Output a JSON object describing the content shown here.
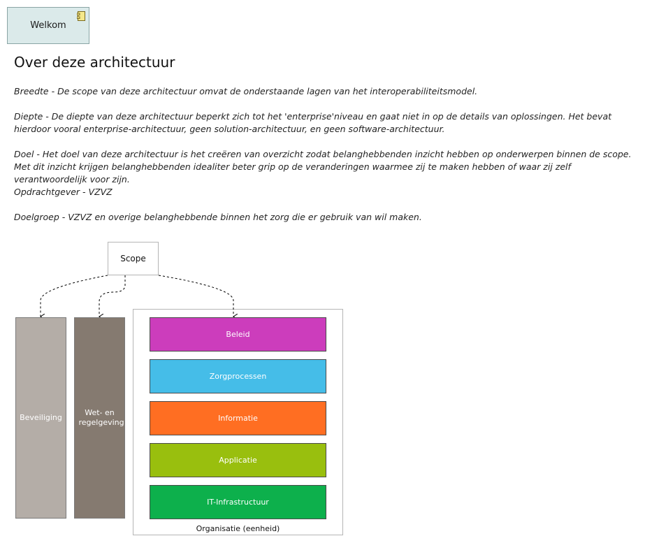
{
  "welkom": {
    "label": "Welkom",
    "icon": "component-icon"
  },
  "page": {
    "title": "Over deze architectuur"
  },
  "paragraphs": {
    "breedte": "Breedte - De scope van deze architectuur omvat de onderstaande lagen van het interoperabiliteitsmodel.",
    "diepte": "Diepte - De diepte van deze architectuur beperkt zich tot het 'enterprise'niveau en gaat niet in op de details van oplossingen. Het bevat hierdoor vooral enterprise-architectuur, geen solution-architectuur, en geen software-architectuur.",
    "doel": "Doel - Het doel van deze architectuur is het creëren van overzicht zodat belanghebbenden inzicht hebben op onderwerpen binnen de scope. Met dit inzicht krijgen belanghebbenden idealiter beter grip op de veranderingen waarmee zij te maken hebben of waar zij zelf verantwoordelijk voor zijn.",
    "opdrachtgever": "Opdrachtgever - VZVZ",
    "doelgroep": "Doelgroep - VZVZ en overige belanghebbende binnen het zorg die er gebruik van wil maken."
  },
  "diagram": {
    "scope": "Scope",
    "beveiliging": "Beveiliging",
    "wet_regelgeving": "Wet- en regelgeving",
    "organisatie": "Organisatie (eenheid)",
    "layers": {
      "beleid": "Beleid",
      "zorgprocessen": "Zorgprocessen",
      "informatie": "Informatie",
      "applicatie": "Applicatie",
      "infrastructuur": "IT-Infrastructuur"
    },
    "colors": {
      "beleid": "#cc3dbc",
      "zorgprocessen": "#45bde8",
      "informatie": "#ff6e22",
      "applicatie": "#99bf0e",
      "infrastructuur": "#0db04c",
      "beveiliging": "#b4ada7",
      "wet_regelgeving": "#857a70",
      "welkom_bg": "#dbeaea"
    }
  }
}
